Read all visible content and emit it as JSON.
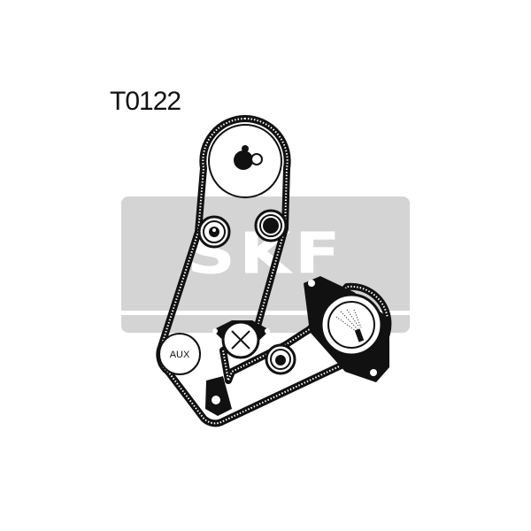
{
  "part_number": "T0122",
  "watermark": "SKF",
  "labels": {
    "aux": "AUX"
  },
  "colors": {
    "ink": "#111111",
    "watermark_gray": "#d4d4d4",
    "background": "#ffffff"
  }
}
